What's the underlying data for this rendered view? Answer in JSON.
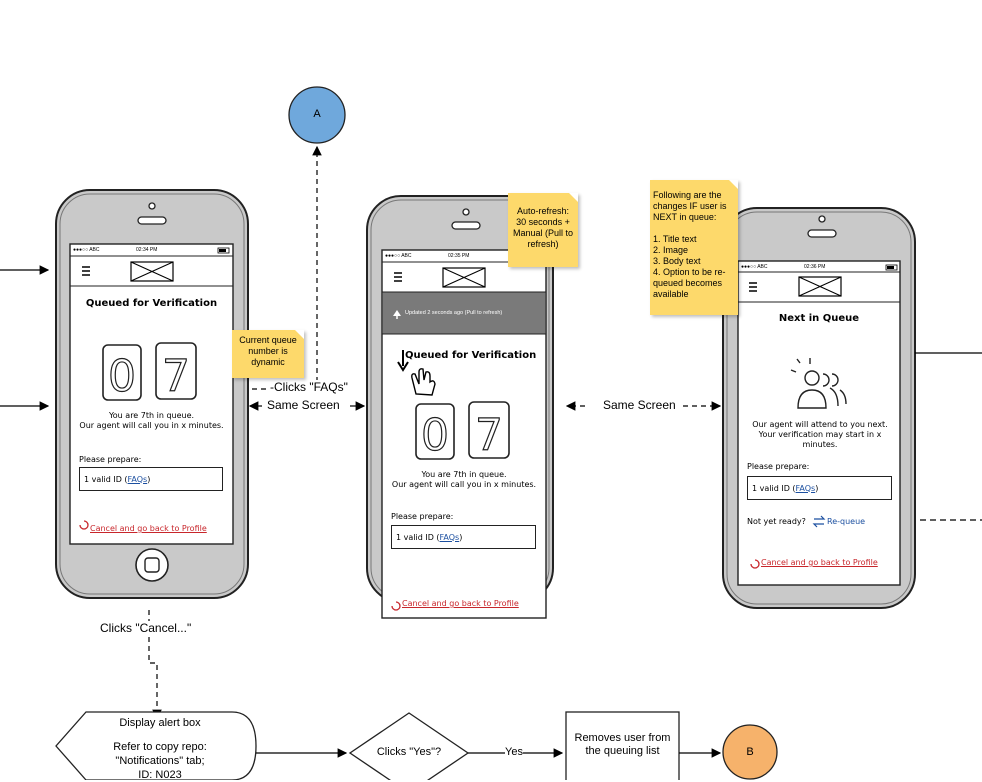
{
  "connectors": {
    "a": "A",
    "b": "B",
    "clicks_faqs": "-Clicks \"FAQs\"",
    "same_screen_1": "Same Screen",
    "same_screen_2": "Same Screen",
    "clicks_cancel": "Clicks \"Cancel...\"",
    "yes": "Yes"
  },
  "phone1": {
    "carrier": "●●●○○ ABC",
    "time": "02:34 PM",
    "title": "Queued for Verification",
    "queue_digits": "07",
    "line1": "You are 7th in queue.",
    "line2": "Our agent will call you in x minutes.",
    "prepare": "Please prepare:",
    "id_text": "1 valid ID (",
    "faqs": "FAQs",
    "id_close": ")",
    "cancel": "Cancel and go back to Profile"
  },
  "phone2": {
    "carrier": "●●●○○ ABC",
    "time": "02:35 PM",
    "refresh_bar": "Updated 2 seconds ago (Pull to refresh)",
    "title": "Queued for Verification",
    "queue_digits": "07",
    "line1": "You are 7th in queue.",
    "line2": "Our agent will call you in x minutes.",
    "prepare": "Please prepare:",
    "id_text": "1 valid ID (",
    "faqs": "FAQs",
    "id_close": ")",
    "cancel": "Cancel and go back to Profile"
  },
  "phone3": {
    "carrier": "●●●○○ ABC",
    "time": "02:36 PM",
    "title": "Next in Queue",
    "line1": "Our agent will attend to you next.",
    "line2": "Your verification may start in x",
    "line3": "minutes.",
    "prepare": "Please prepare:",
    "id_text": "1 valid ID (",
    "faqs": "FAQs",
    "id_close": ")",
    "not_ready": "Not yet ready?",
    "requeue": "Re-queue",
    "cancel": "Cancel and go back to Profile"
  },
  "notes": {
    "queue_dynamic": "Current queue number is dynamic",
    "auto_refresh": "Auto-refresh: 30 seconds + Manual (Pull to refresh)",
    "next_changes": "Following are the changes IF user is NEXT in queue:\n\n1. Title text\n2. Image\n3. Body text\n4. Option to be re-queued becomes available"
  },
  "flow": {
    "alert_line1": "Display alert box",
    "alert_line2": "Refer to copy repo:",
    "alert_line3": "\"Notifications\" tab;",
    "alert_line4": "ID: N023",
    "decision": "Clicks \"Yes\"?",
    "process": "Removes user from the queuing list"
  },
  "colors": {
    "connector_a": "#6fa8dc",
    "connector_b": "#f6b26b",
    "note": "#fdd96b",
    "link": "#1b4fa0",
    "cancel": "#c8262b",
    "phone_body": "#c9c9c9"
  }
}
